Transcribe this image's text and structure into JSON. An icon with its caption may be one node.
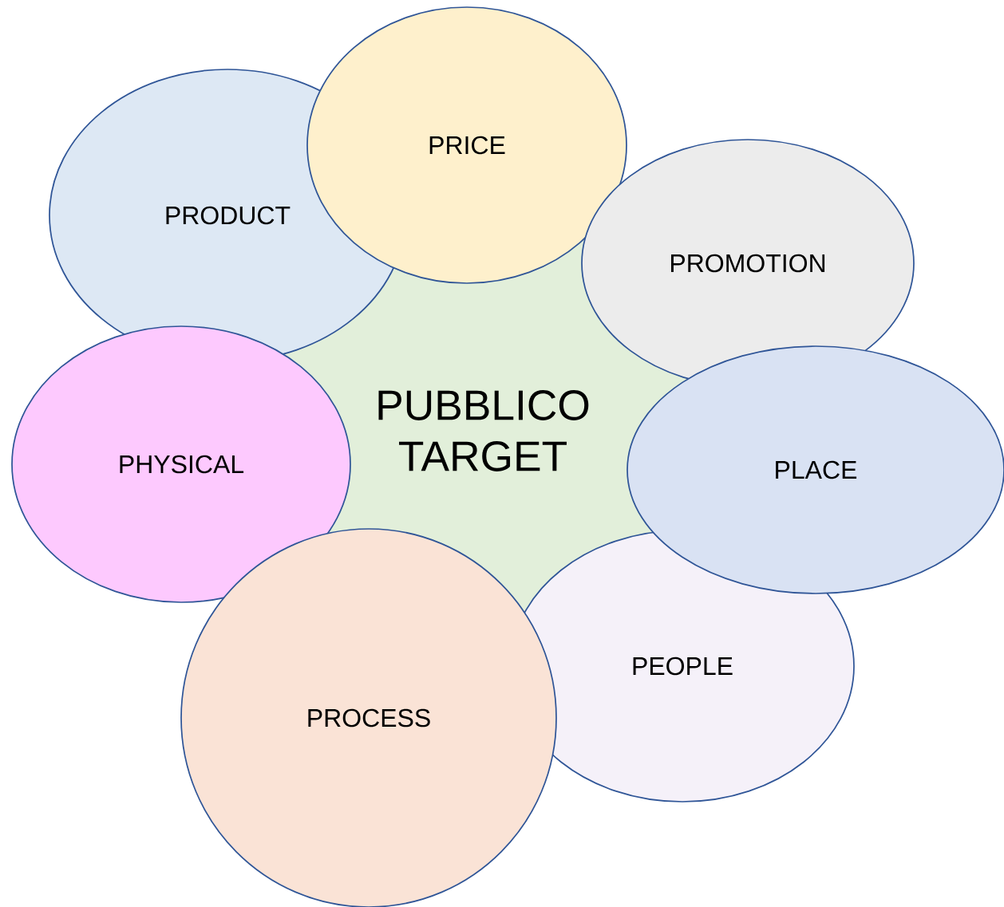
{
  "diagram": {
    "nodes": [
      {
        "text": [
          "PUBBLICO TARGET"
        ]
      },
      {
        "text": [
          "PRICE"
        ]
      },
      {
        "text": [
          "PRODUCT"
        ]
      },
      {
        "text": [
          "PROMOTION"
        ]
      },
      {
        "text": [
          "PHYSICAL"
        ]
      },
      {
        "text": [
          "PLACE"
        ]
      },
      {
        "text": [
          "PEOPLE"
        ]
      },
      {
        "text": [
          "PROCESS"
        ]
      }
    ]
  }
}
